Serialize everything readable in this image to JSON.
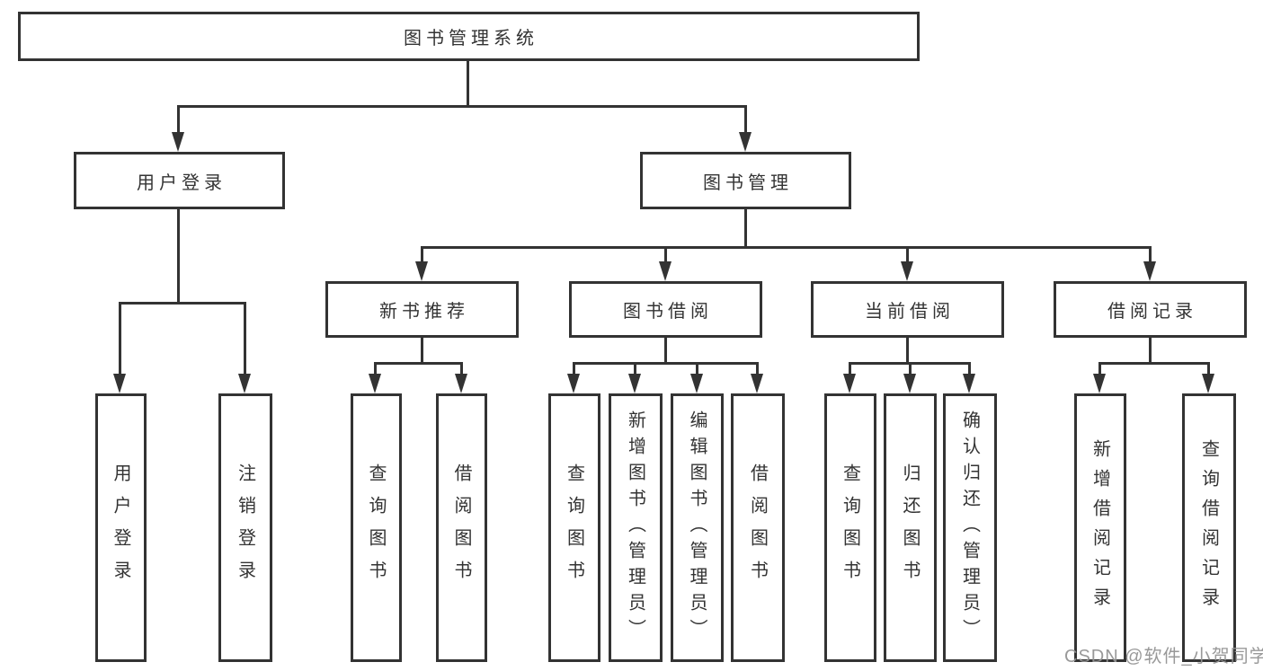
{
  "diagram": {
    "root": {
      "label": "图书管理系统"
    },
    "level2": [
      {
        "id": "user-login",
        "label": "用户登录"
      },
      {
        "id": "book-management",
        "label": "图书管理"
      }
    ],
    "level3": [
      {
        "id": "new-book-recommend",
        "label": "新书推荐"
      },
      {
        "id": "book-borrow",
        "label": "图书借阅"
      },
      {
        "id": "current-borrow",
        "label": "当前借阅"
      },
      {
        "id": "borrow-records",
        "label": "借阅记录"
      }
    ],
    "level4": {
      "user_login": [
        "用户登录",
        "注销登录"
      ],
      "new_book_recommend": [
        "查询图书",
        "借阅图书"
      ],
      "book_borrow": [
        "查询图书",
        "新增图书（管理员）",
        "编辑图书（管理员）",
        "借阅图书"
      ],
      "current_borrow": [
        "查询图书",
        "归还图书",
        "确认归还（管理员）"
      ],
      "borrow_records": [
        "新增借阅记录",
        "查询借阅记录"
      ]
    },
    "watermark": "CSDN @软件_小贺同学",
    "colors": {
      "line": "#333333",
      "box_background": "#ffffff",
      "text": "#333333",
      "watermark": "#949494"
    }
  }
}
